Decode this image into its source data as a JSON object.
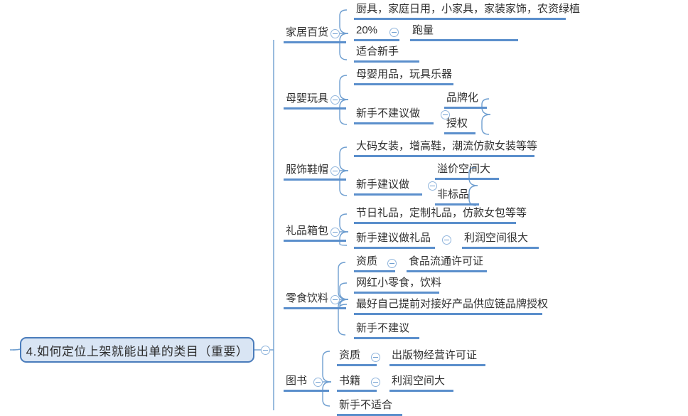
{
  "document": {
    "type": "mind-map",
    "background": "#ffffff",
    "accent_bar_color": "#5b8fcc",
    "accent_line_color": "#6e9ed0",
    "root_fill_color": "#d9e5f4",
    "root_border_color": "#4a7cbb",
    "text_color": "#2f2f2f"
  },
  "root": {
    "label": "4.如何定位上架就能出单的类目（重要）"
  },
  "branches": [
    {
      "label": "家居百货",
      "children": [
        {
          "label": "厨具，家庭日用，小家具，家装家饰，农资绿植",
          "children": []
        },
        {
          "label": "20%",
          "children": [
            {
              "label": "跑量"
            }
          ]
        },
        {
          "label": "适合新手",
          "children": []
        }
      ]
    },
    {
      "label": "母婴玩具",
      "children": [
        {
          "label": "母婴用品，玩具乐器",
          "children": []
        },
        {
          "label": "新手不建议做",
          "children": [
            {
              "label": "品牌化"
            },
            {
              "label": "授权"
            }
          ]
        }
      ]
    },
    {
      "label": "服饰鞋帽",
      "children": [
        {
          "label": "大码女装，增高鞋，潮流仿款女装等等",
          "children": []
        },
        {
          "label": "新手建议做",
          "children": [
            {
              "label": "溢价空间大"
            },
            {
              "label": "非标品"
            }
          ]
        }
      ]
    },
    {
      "label": "礼品箱包",
      "children": [
        {
          "label": "节日礼品，定制礼品，仿款女包等等",
          "children": []
        },
        {
          "label": "新手建议做礼品",
          "children": [
            {
              "label": "利润空间很大"
            }
          ]
        }
      ]
    },
    {
      "label": "零食饮料",
      "children": [
        {
          "label": "资质",
          "children": [
            {
              "label": "食品流通许可证"
            }
          ]
        },
        {
          "label": "网红小零食，饮料",
          "children": []
        },
        {
          "label": "最好自己提前对接好产品供应链品牌授权",
          "children": []
        },
        {
          "label": "新手不建议",
          "children": []
        }
      ]
    },
    {
      "label": "图书",
      "children": [
        {
          "label": "资质",
          "children": [
            {
              "label": "出版物经营许可证"
            }
          ]
        },
        {
          "label": "书籍",
          "children": [
            {
              "label": "利润空间大"
            }
          ]
        },
        {
          "label": "新手不适合",
          "children": []
        }
      ]
    }
  ]
}
